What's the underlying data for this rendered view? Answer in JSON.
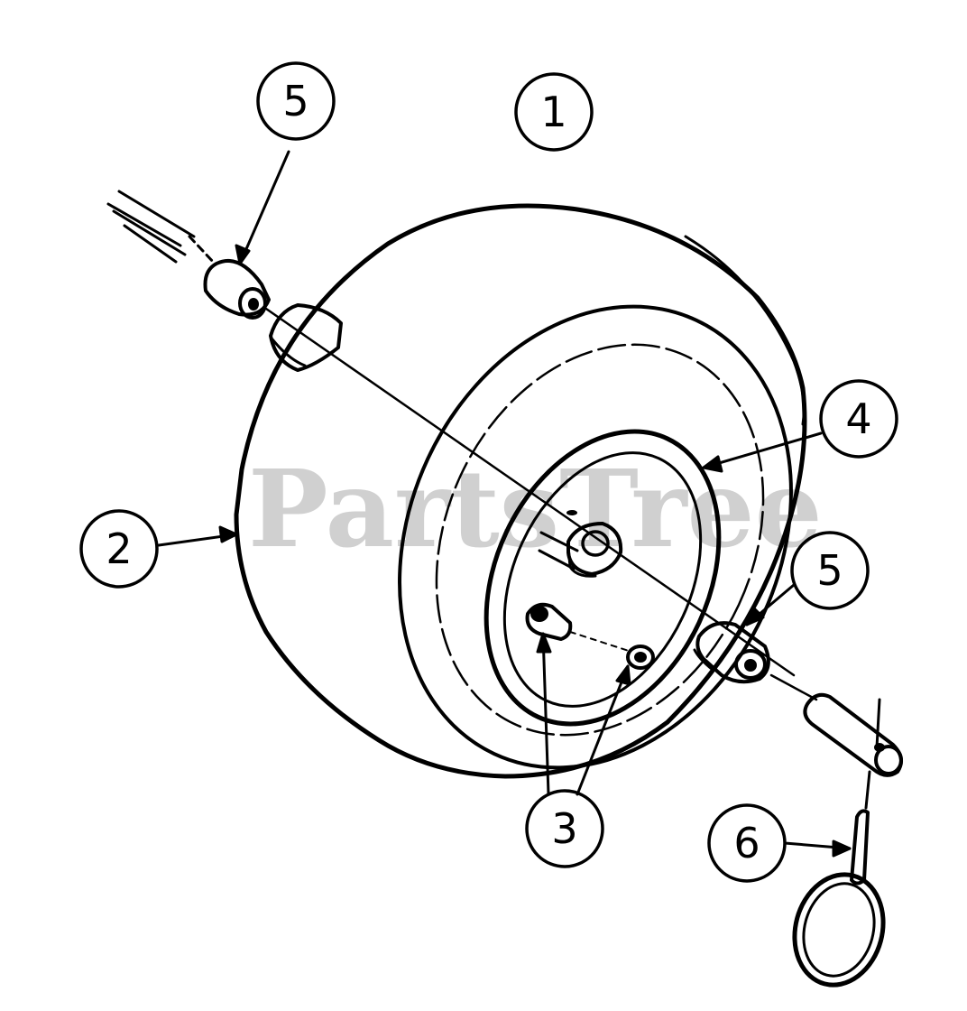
{
  "watermark": "PartsTree",
  "colors": {
    "ink": "#000000",
    "watermark": "#c8c8c8",
    "background": "#ffffff"
  },
  "callouts": [
    {
      "id": "callout-5-top",
      "label": "5"
    },
    {
      "id": "callout-1",
      "label": "1"
    },
    {
      "id": "callout-4",
      "label": "4"
    },
    {
      "id": "callout-2",
      "label": "2"
    },
    {
      "id": "callout-5-right",
      "label": "5"
    },
    {
      "id": "callout-3",
      "label": "3"
    },
    {
      "id": "callout-6",
      "label": "6"
    }
  ]
}
